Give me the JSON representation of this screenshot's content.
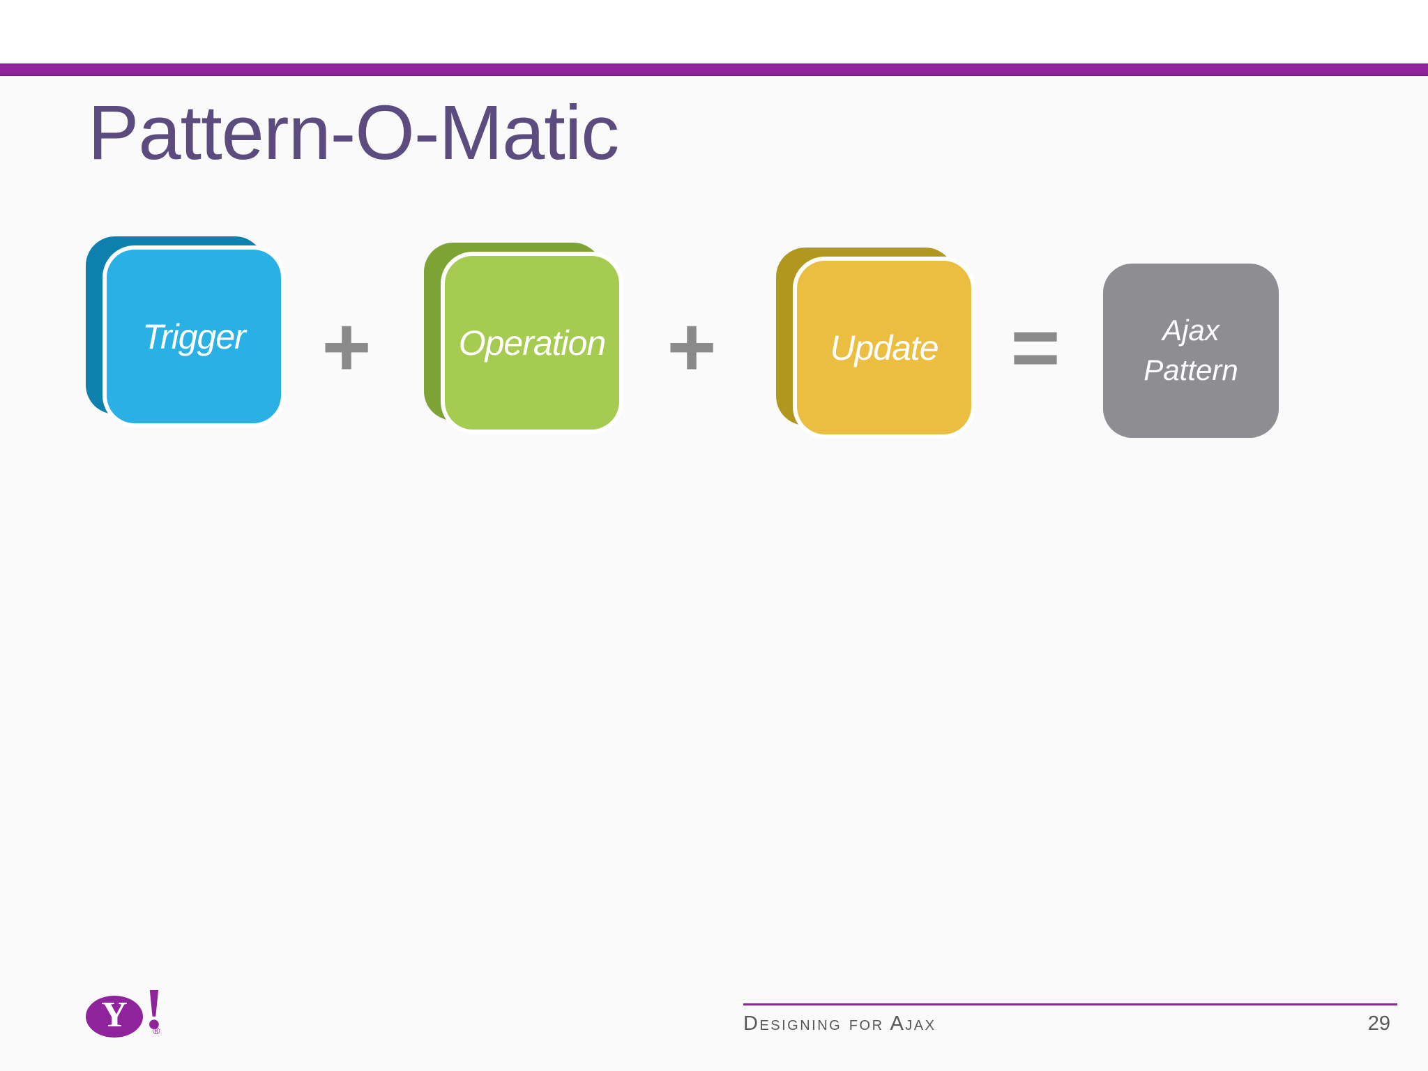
{
  "slide": {
    "title": "Pattern-O-Matic"
  },
  "diagram": {
    "cards": [
      {
        "label": "Trigger",
        "front_color": "#29b1e6",
        "back_color": "#0e80ae"
      },
      {
        "label": "Operation",
        "front_color": "#a5cb50",
        "back_color": "#7da335"
      },
      {
        "label": "Update",
        "front_color": "#ebbe41",
        "back_color": "#b0981f"
      }
    ],
    "operators": {
      "plus1": "+",
      "plus2": "+",
      "equals": "="
    },
    "result_card": {
      "line1": "Ajax",
      "line2": "Pattern",
      "color": "#8d8d92"
    }
  },
  "footer": {
    "brand": {
      "y": "Y",
      "exclamation": "!",
      "registered": "®"
    },
    "section_title": "Designing for Ajax",
    "page_number": "29"
  },
  "colors": {
    "accent_purple": "#8e239c",
    "title_purple": "#5b4b7e",
    "operator_gray": "#8a8a8a",
    "footer_text_gray": "#58585a",
    "card_text": "#ffffff"
  }
}
